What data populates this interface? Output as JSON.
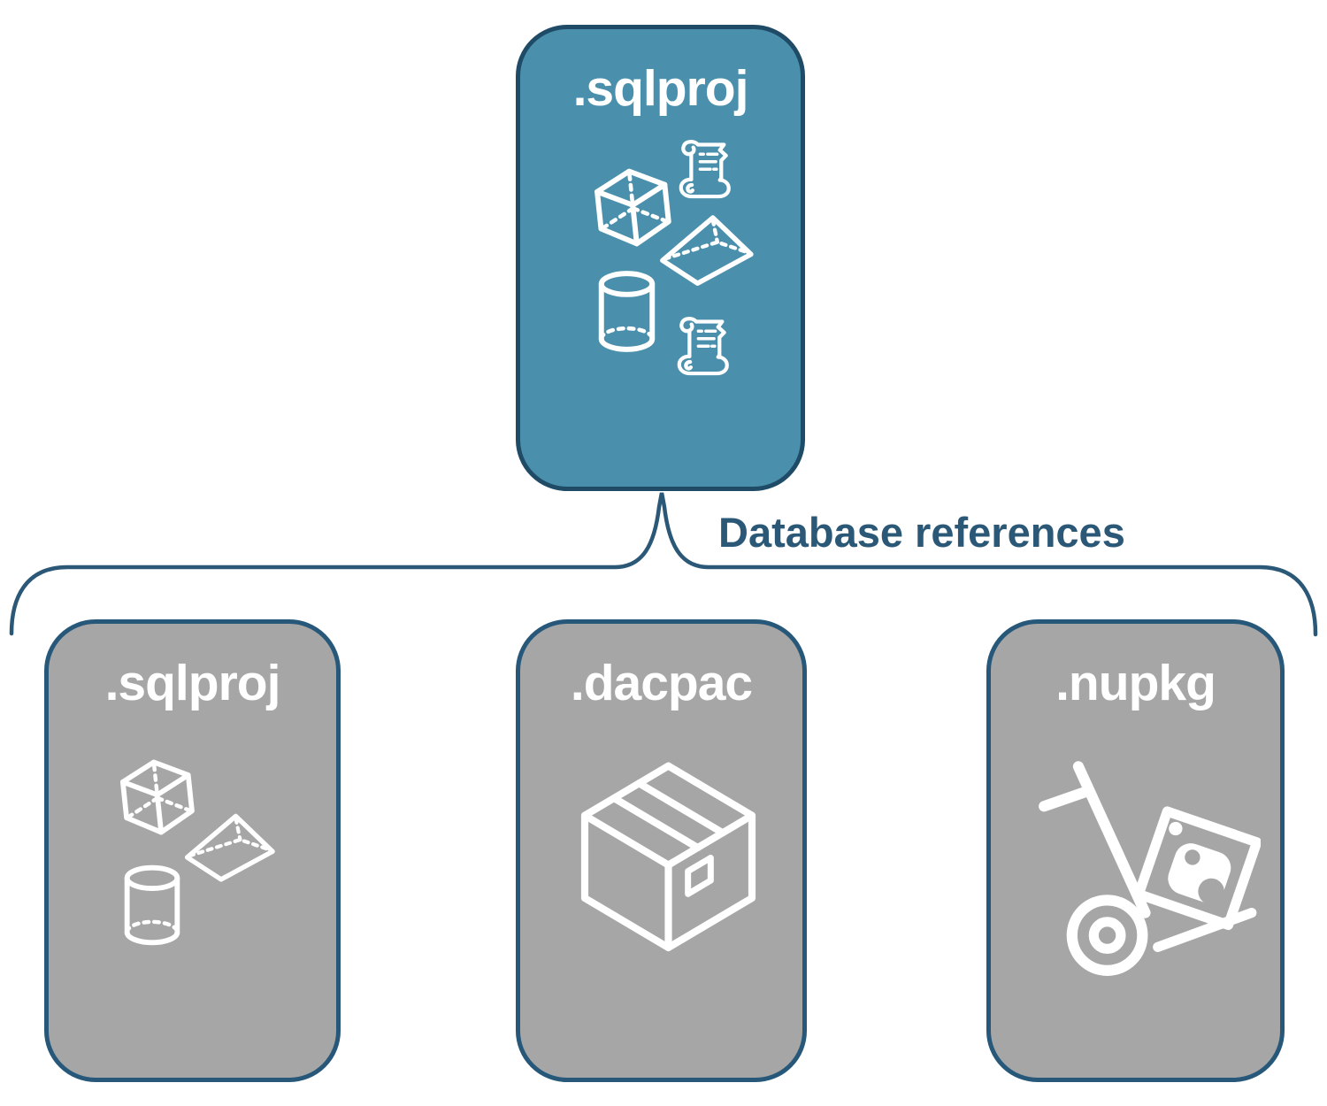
{
  "colors": {
    "top_node_fill": "#4A90AD",
    "top_node_border": "#1F4B66",
    "child_node_fill": "#A6A6A6",
    "child_node_border": "#27587A",
    "connector_line": "#2B5877",
    "connector_label_text": "#2B5877",
    "title_text": "#FFFFFF",
    "icon_stroke": "#FFFFFF"
  },
  "diagram": {
    "top_node": {
      "title": ".sqlproj",
      "icons": [
        "cube-icon",
        "scroll-icon",
        "pyramid-icon",
        "cylinder-icon",
        "scroll-icon"
      ]
    },
    "connector": {
      "label": "Database references"
    },
    "child_nodes": [
      {
        "title": ".sqlproj",
        "icons": [
          "cube-icon",
          "pyramid-icon",
          "cylinder-icon"
        ]
      },
      {
        "title": ".dacpac",
        "icons": [
          "package-box-icon"
        ]
      },
      {
        "title": ".nupkg",
        "icons": [
          "nuget-hand-truck-icon"
        ]
      }
    ]
  }
}
